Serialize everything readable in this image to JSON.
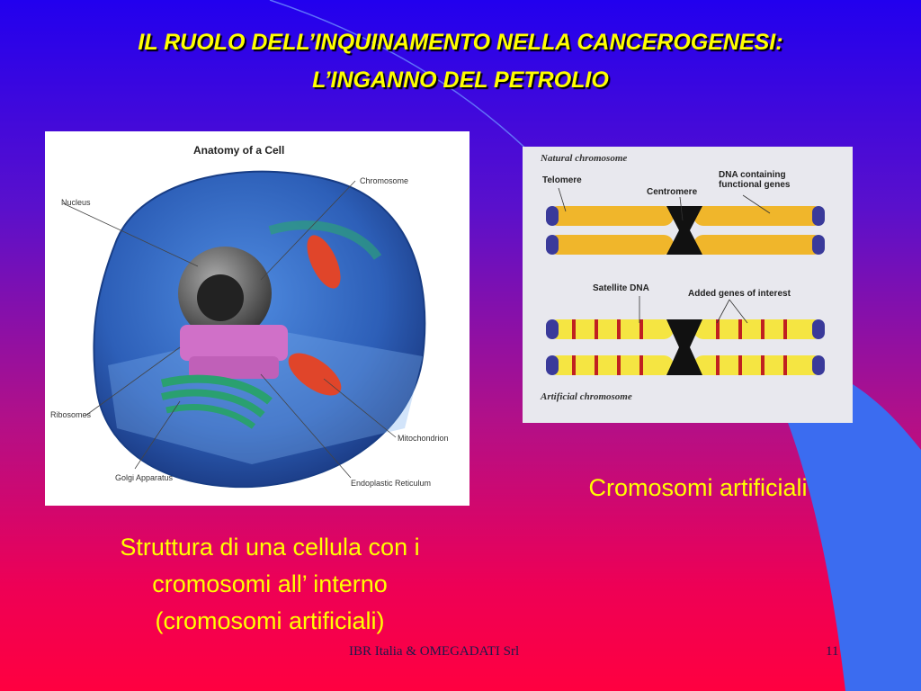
{
  "slide": {
    "title_line1": "IL RUOLO DELL’INQUINAMENTO NELLA CANCEROGENESI:",
    "title_line2": "L’INGANNO DEL PETROLIO"
  },
  "cell_figure": {
    "heading": "Anatomy of a Cell",
    "labels": {
      "nucleus": "Nucleus",
      "chromosome": "Chromosome",
      "ribosomes": "Ribosomes",
      "golgi": "Golgi Apparatus",
      "er": "Endoplastic Reticulum",
      "mitochondrion": "Mitochondrion"
    }
  },
  "chromosome_figure": {
    "natural_heading": "Natural chromosome",
    "artificial_heading": "Artificial chromosome",
    "labels": {
      "telomere": "Telomere",
      "centromere": "Centromere",
      "dna_functional_1": "DNA containing",
      "dna_functional_2": "functional genes",
      "satellite": "Satellite DNA",
      "added_genes": "Added genes of interest"
    }
  },
  "captions": {
    "right": "Cromosomi artificiali",
    "left_line1": "Struttura di una cellula con i",
    "left_line2": "cromosomi all’ interno",
    "left_line3": "(cromosomi artificiali)"
  },
  "footer": {
    "center": "IBR Italia & OMEGADATI Srl",
    "page": "11"
  },
  "colors": {
    "title": "#ffff00",
    "caption": "#ffff00",
    "deco_blue": "#3b6cf0"
  }
}
